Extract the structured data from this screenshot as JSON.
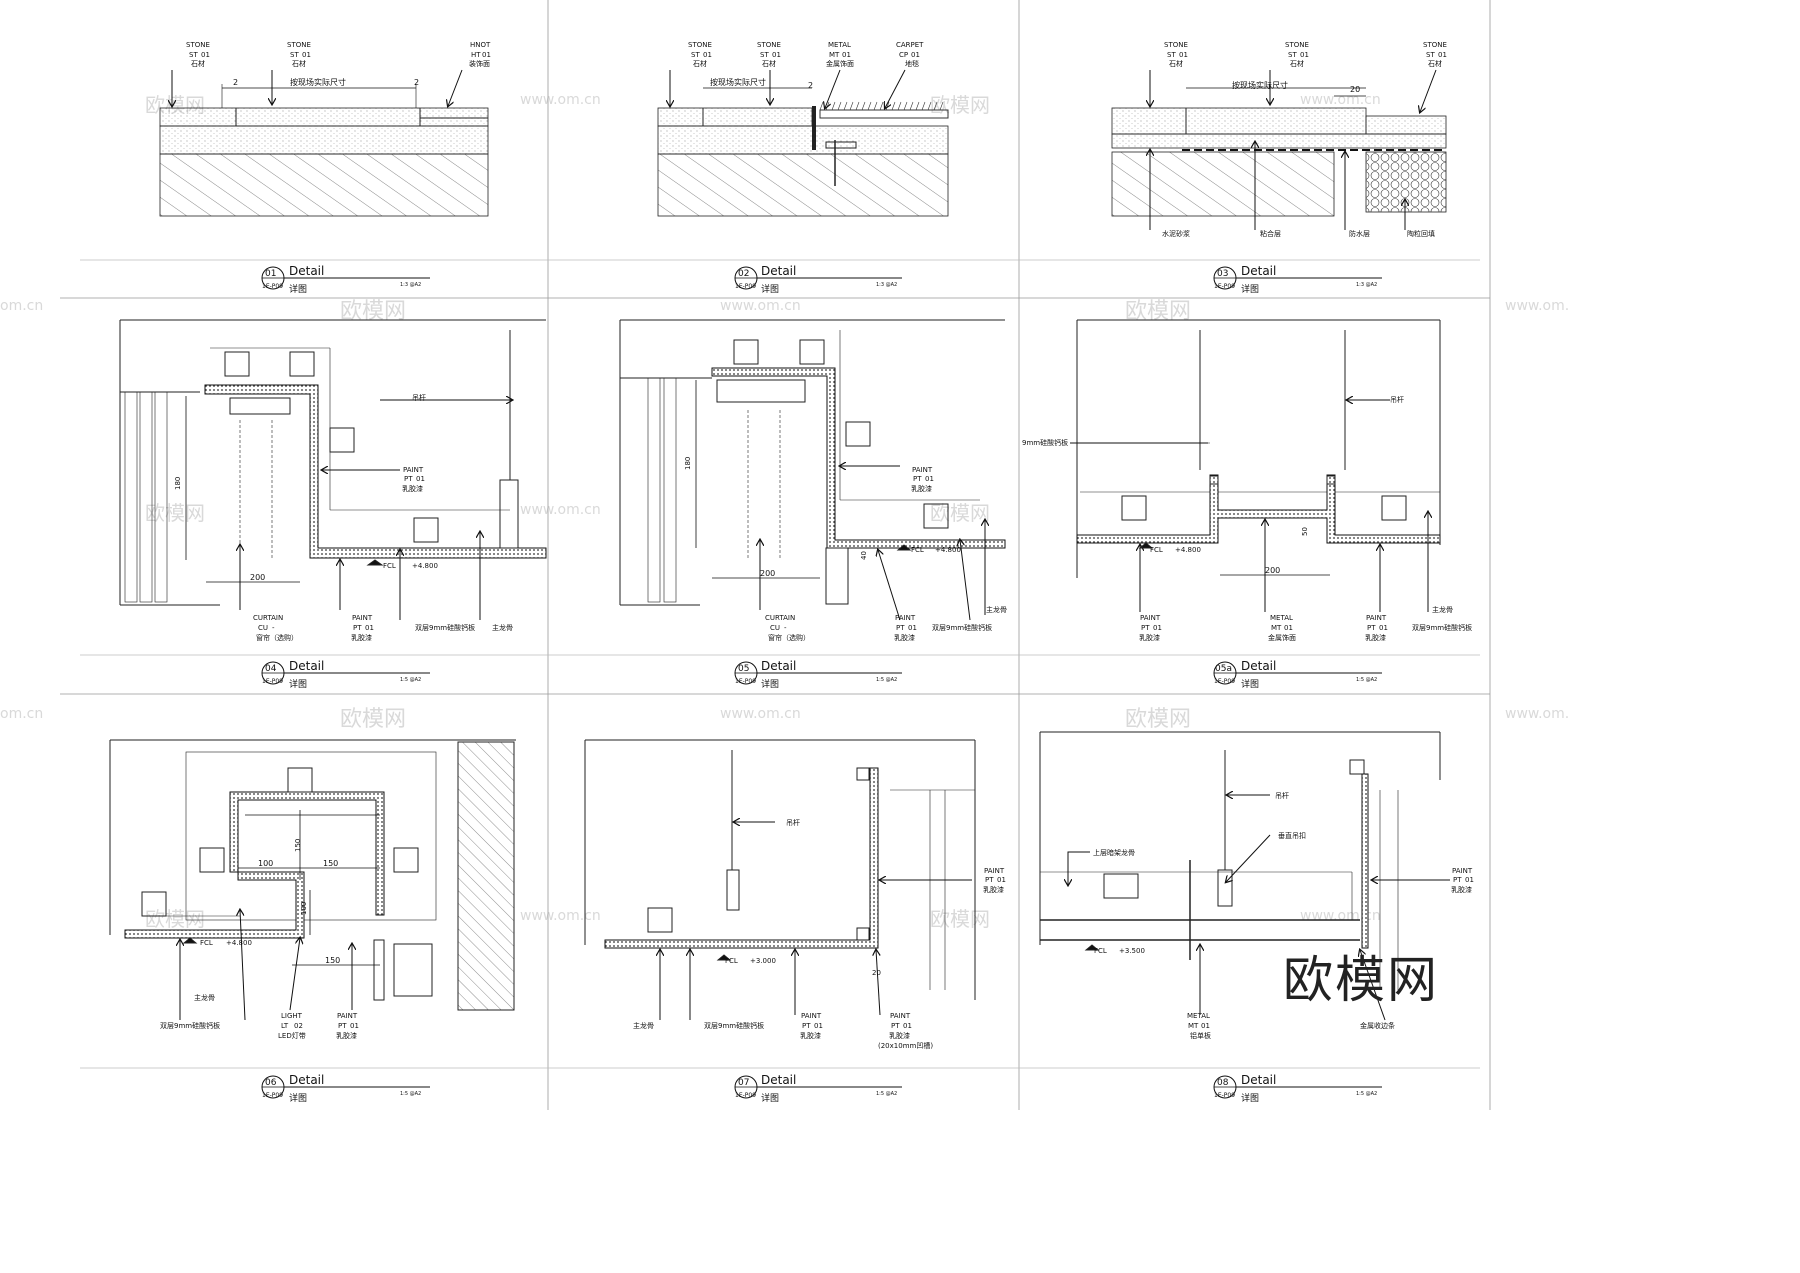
{
  "watermarks": {
    "site": "www.om.cn",
    "brand": "欧模网",
    "site_short": "om.cn"
  },
  "logo_text": "欧模网",
  "scale_note": "1:3 @A2",
  "scale_note_5": "1:5 @A2",
  "sheet_ref": "1E-P09",
  "fcl": "FCL",
  "materials": {
    "stone": {
      "en": "STONE",
      "code": "ST",
      "num": "01",
      "cn": "石材"
    },
    "hnot": {
      "en": "HNOT",
      "code": "HT",
      "num": "01",
      "cn": "装饰面"
    },
    "metal_mt": {
      "en": "METAL",
      "code": "MT",
      "num": "01",
      "cn": "金属饰面"
    },
    "carpet": {
      "en": "CARPET",
      "code": "CP",
      "num": "01",
      "cn": "地毯"
    },
    "paint": {
      "en": "PAINT",
      "code": "PT",
      "num": "01",
      "cn": "乳胶漆"
    },
    "curtain": {
      "en": "CURTAIN",
      "code": "CU",
      "num": "-",
      "cn": "窗帘（选购）"
    },
    "light": {
      "en": "LIGHT",
      "code": "LT",
      "num": "02",
      "cn": "LED灯带"
    },
    "metal_08": {
      "en": "METAL",
      "code": "MT",
      "num": "01",
      "cn": "铝单板"
    }
  },
  "notes": {
    "site_size": "按现场实际尺寸",
    "cement": "水泥砂浆",
    "bond": "粘合层",
    "waterproof": "防水层",
    "ceramsite": "陶粒回填",
    "hanger": "吊杆",
    "main_keel": "主龙骨",
    "board_double": "双层9mm硅酸钙板",
    "board_9mm": "9mm硅酸钙板",
    "groove": "(20x10mm凹槽)",
    "upper_keel": "上层暗架龙骨",
    "vertical_clip": "垂直吊扣",
    "edge_strip": "金属收边条"
  },
  "dims": {
    "d2": "2",
    "d20": "20",
    "d180": "180",
    "d200": "200",
    "d40": "40",
    "d50": "50",
    "d150": "150",
    "d100": "100"
  },
  "levels": {
    "l4800": "+4.800",
    "l3000": "+3.000",
    "l3500": "+3.500"
  },
  "details": [
    {
      "num": "01",
      "title": "Detail",
      "cn": "详图"
    },
    {
      "num": "02",
      "title": "Detail",
      "cn": "详图"
    },
    {
      "num": "03",
      "title": "Detail",
      "cn": "详图"
    },
    {
      "num": "04",
      "title": "Detail",
      "cn": "详图"
    },
    {
      "num": "05",
      "title": "Detail",
      "cn": "详图"
    },
    {
      "num": "05a",
      "title": "Detail",
      "cn": "详图"
    },
    {
      "num": "06",
      "title": "Detail",
      "cn": "详图"
    },
    {
      "num": "07",
      "title": "Detail",
      "cn": "详图"
    },
    {
      "num": "08",
      "title": "Detail",
      "cn": "详图"
    }
  ]
}
